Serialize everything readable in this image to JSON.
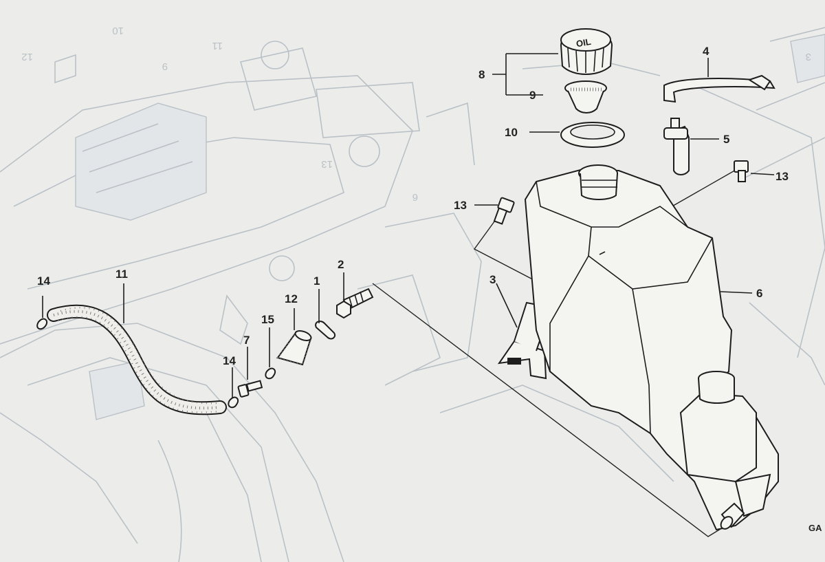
{
  "callouts": [
    {
      "id": "c1",
      "text": "1"
    },
    {
      "id": "c2",
      "text": "2"
    },
    {
      "id": "c3",
      "text": "3"
    },
    {
      "id": "c4",
      "text": "4"
    },
    {
      "id": "c5",
      "text": "5"
    },
    {
      "id": "c6",
      "text": "6"
    },
    {
      "id": "c7",
      "text": "7"
    },
    {
      "id": "c8",
      "text": "8"
    },
    {
      "id": "c9",
      "text": "9"
    },
    {
      "id": "c10",
      "text": "10"
    },
    {
      "id": "c11",
      "text": "11"
    },
    {
      "id": "c12",
      "text": "12"
    },
    {
      "id": "c13a",
      "text": "13"
    },
    {
      "id": "c13b",
      "text": "13"
    },
    {
      "id": "c14a",
      "text": "14"
    },
    {
      "id": "c14b",
      "text": "14"
    },
    {
      "id": "c15",
      "text": "15"
    }
  ],
  "background_callouts": [
    {
      "id": "b10",
      "text": "10"
    },
    {
      "id": "b12",
      "text": "12"
    },
    {
      "id": "b11",
      "text": "11"
    },
    {
      "id": "b13",
      "text": "13"
    },
    {
      "id": "b6",
      "text": "6"
    },
    {
      "id": "b9",
      "text": "9"
    },
    {
      "id": "b3",
      "text": "3"
    }
  ],
  "corner_code": "GA",
  "cap_marking": "OIL"
}
